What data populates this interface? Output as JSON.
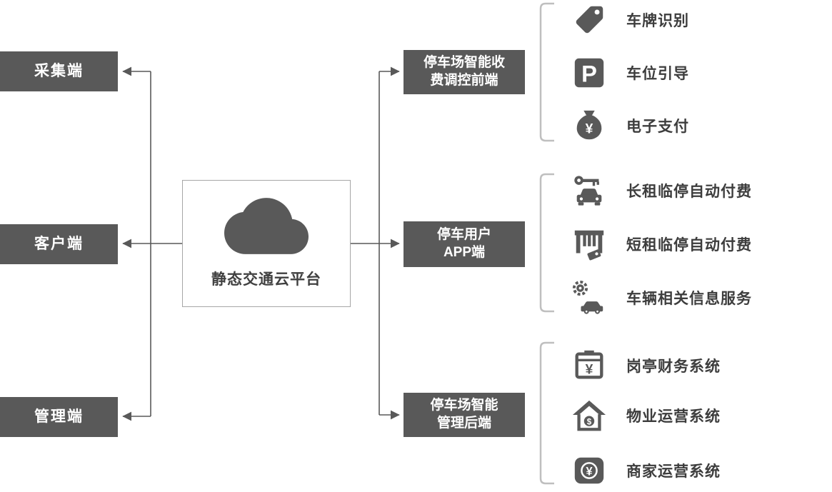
{
  "diagram": {
    "left_nodes": [
      {
        "label": "采集端"
      },
      {
        "label": "客户端"
      },
      {
        "label": "管理端"
      }
    ],
    "center_node": {
      "label": "静态交通云平台",
      "icon": "cloud-icon"
    },
    "right_nodes": [
      {
        "line1": "停车场智能收",
        "line2": "费调控前端"
      },
      {
        "line1": "停车用户",
        "line2": "APP端"
      },
      {
        "line1": "停车场智能",
        "line2": "管理后端"
      }
    ],
    "feature_groups": [
      {
        "items": [
          {
            "icon": "price-tag-icon",
            "label": "车牌识别"
          },
          {
            "icon": "parking-sign-icon",
            "label": "车位引导"
          },
          {
            "icon": "money-bag-icon",
            "label": "电子支付"
          }
        ]
      },
      {
        "items": [
          {
            "icon": "car-key-icon",
            "label": "长租临停自动付费"
          },
          {
            "icon": "parking-gate-ticket-icon",
            "label": "短租临停自动付费"
          },
          {
            "icon": "gear-car-icon",
            "label": "车辆相关信息服务"
          }
        ]
      },
      {
        "items": [
          {
            "icon": "cash-register-icon",
            "label": "岗亭财务系统"
          },
          {
            "icon": "house-coin-icon",
            "label": "物业运营系统"
          },
          {
            "icon": "merchant-currency-icon",
            "label": "商家运营系统"
          }
        ]
      }
    ],
    "colors": {
      "node_background": "#595959",
      "node_text": "#ffffff",
      "label_text": "#3d3d3d",
      "icon": "#595959",
      "connector": "#595959",
      "bracket": "#bfbfbf",
      "center_box_border": "#a6a6a6",
      "background": "#ffffff"
    }
  }
}
